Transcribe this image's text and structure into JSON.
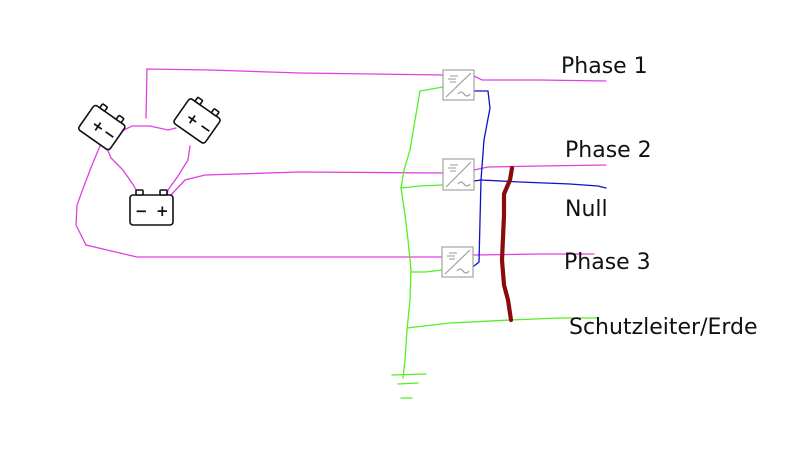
{
  "labels": {
    "phase1": "Phase 1",
    "phase2": "Phase 2",
    "null": "Null",
    "phase3": "Phase 3",
    "pe": "Schutzleiter/Erde"
  },
  "battery_marks": {
    "plus": "+",
    "minus": "−"
  },
  "colors": {
    "phase_wire": "#e040e0",
    "neutral_wire": "#1010c8",
    "earth_wire": "#55ee22",
    "bus_bar": "#8b0a0a",
    "inverter_outline": "#9a9a9a",
    "battery_outline": "#111111"
  },
  "icons": {
    "battery": "battery-icon",
    "inverter": "inverter-icon",
    "ground": "ground-symbol-icon"
  }
}
